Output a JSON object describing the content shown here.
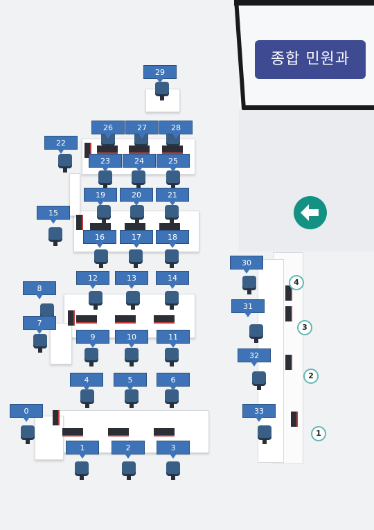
{
  "room": {
    "label": "종합 민원과"
  },
  "navigation": {
    "arrow_icon": "arrow-left-icon",
    "arrow_color": "#139283"
  },
  "seat_color": "#3e74b7",
  "seats": [
    "29",
    "26",
    "27",
    "28",
    "22",
    "23",
    "24",
    "25",
    "19",
    "20",
    "21",
    "15",
    "16",
    "17",
    "18",
    "12",
    "13",
    "14",
    "8",
    "7",
    "9",
    "10",
    "11",
    "4",
    "5",
    "6",
    "0",
    "1",
    "2",
    "3",
    "30",
    "31",
    "32",
    "33"
  ],
  "windows": [
    "4",
    "3",
    "2",
    "1"
  ]
}
